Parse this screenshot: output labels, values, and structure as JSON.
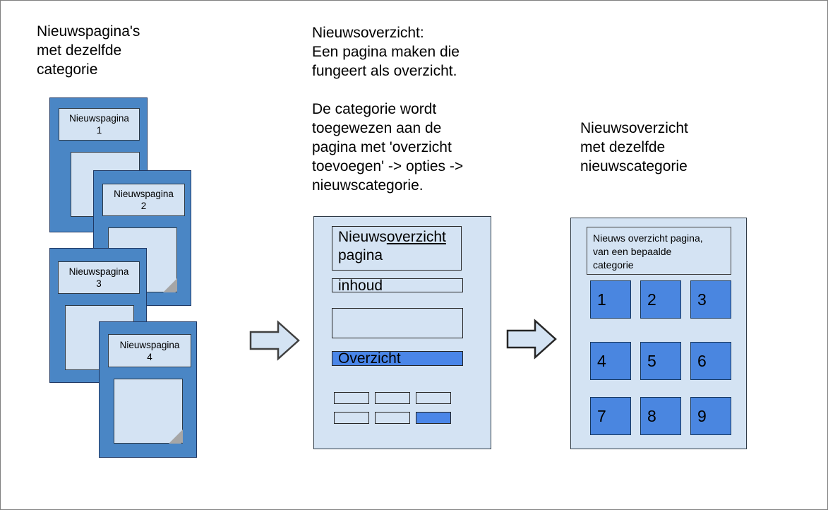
{
  "colors": {
    "card_blue": "#4a86c5",
    "light_blue": "#d4e3f3",
    "accent_blue": "#4a86e8",
    "outline_dark": "#1f3864",
    "page_border": "#7f7f7f"
  },
  "captions": {
    "left": "Nieuwspagina's\nmet dezelfde\ncategorie",
    "middle": "Nieuwsoverzicht:\nEen pagina maken die\nfungeert als overzicht.\n\nDe categorie wordt\ntoegewezen aan de\npagina met 'overzicht\ntoevoegen' -> opties ->\nnieuwscategorie.",
    "right": "Nieuwsoverzicht\nmet dezelfde\nnieuwscategorie"
  },
  "news_pages": {
    "cards": [
      {
        "title": "Nieuwspagina\n1"
      },
      {
        "title": "Nieuwspagina\n2"
      },
      {
        "title": "Nieuwspagina\n3"
      },
      {
        "title": "Nieuwspagina\n4"
      }
    ]
  },
  "arrows": [
    {
      "name": "arrow-stack-to-editor"
    },
    {
      "name": "arrow-editor-to-overview"
    }
  ],
  "editor_panel": {
    "title_prefix": "Nieuws",
    "title_underlined": "overzicht",
    "title_second_line": "pagina",
    "content_field_label": "inhoud",
    "empty_field_value": "",
    "overview_button_label": "Overzicht",
    "option_buttons": [
      {
        "label": "",
        "selected": false
      },
      {
        "label": "",
        "selected": false
      },
      {
        "label": "",
        "selected": false
      },
      {
        "label": "",
        "selected": false
      },
      {
        "label": "",
        "selected": false
      },
      {
        "label": "",
        "selected": true
      }
    ]
  },
  "overview_panel": {
    "header": "Nieuws overzicht pagina,\nvan een bepaalde\ncategorie",
    "tiles": [
      "1",
      "2",
      "3",
      "4",
      "5",
      "6",
      "7",
      "8",
      "9"
    ]
  }
}
